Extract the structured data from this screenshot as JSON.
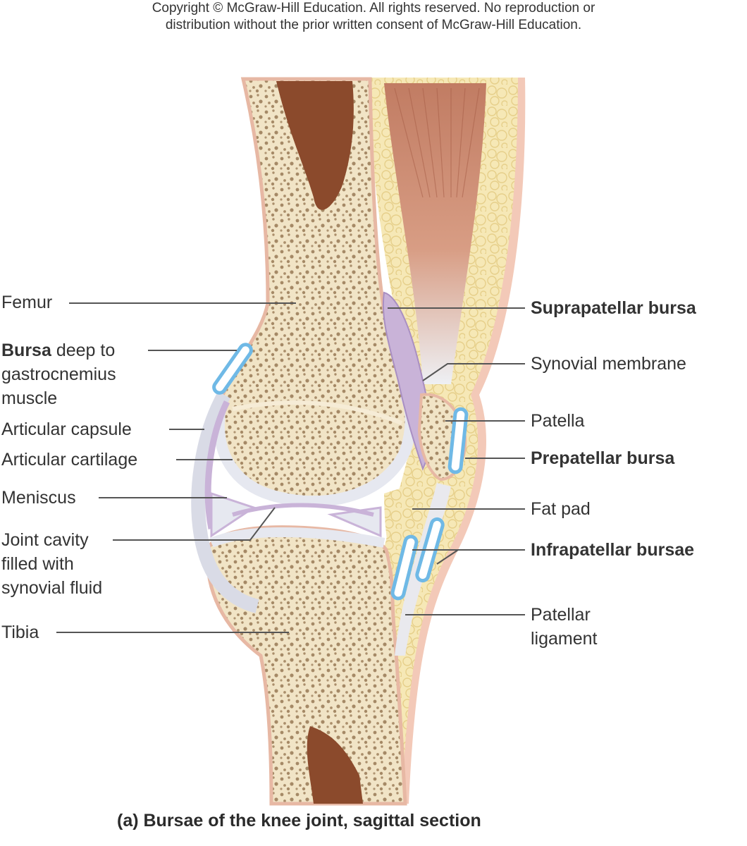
{
  "copyright": {
    "line1": "Copyright © McGraw-Hill Education. All rights reserved. No reproduction or",
    "line2": "distribution without the prior written consent of McGraw-Hill Education."
  },
  "labels": {
    "femur": "Femur",
    "bursa_gastro_bold": "Bursa",
    "bursa_gastro_rest1": " deep to",
    "bursa_gastro_rest2": "gastrocnemius",
    "bursa_gastro_rest3": "muscle",
    "articular_capsule": "Articular capsule",
    "articular_cartilage": "Articular cartilage",
    "meniscus": "Meniscus",
    "joint_cavity_1": "Joint cavity",
    "joint_cavity_2": "filled with",
    "joint_cavity_3": "synovial fluid",
    "tibia": "Tibia",
    "suprapatellar_bursa": "Suprapatellar bursa",
    "synovial_membrane": "Synovial membrane",
    "patella": "Patella",
    "prepatellar_bursa": "Prepatellar bursa",
    "fat_pad": "Fat pad",
    "infrapatellar_bursae": "Infrapatellar bursae",
    "patellar_ligament_1": "Patellar",
    "patellar_ligament_2": "ligament"
  },
  "caption": "(a) Bursae of the knee joint, sagittal section",
  "colors": {
    "bone": "#f1e4c6",
    "bone_spots": "#8c6a45",
    "marrow": "#8b4a2c",
    "fat": "#f6e8b6",
    "muscle": "#c9826b",
    "tendon": "#e9e9ee",
    "synovial": "#c9b3d8",
    "cartilage": "#e6e8f0",
    "bursa": "#6fb9e6",
    "skin": "#f3c9b8"
  }
}
